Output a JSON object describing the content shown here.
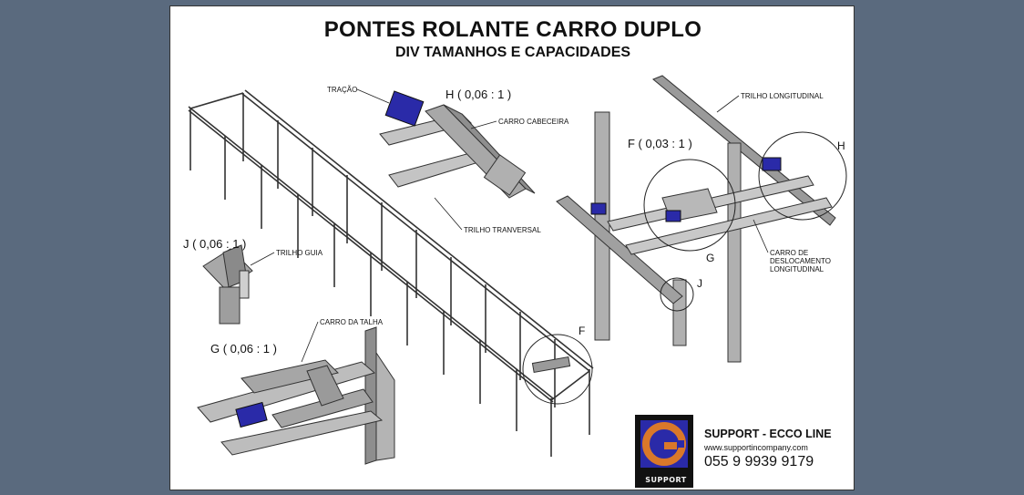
{
  "title": "PONTES ROLANTE CARRO DUPLO",
  "subtitle": "DIV TAMANHOS E CAPACIDADES",
  "labels": {
    "tracao": "TRAÇÃO",
    "carro_cabeceira": "CARRO CABECEIRA",
    "trilho_tranversal": "TRILHO TRANVERSAL",
    "trilho_guia": "TRILHO GUIA",
    "carro_da_talha": "CARRO DA TALHA",
    "trilho_longitudinal": "TRILHO LONGITUDINAL",
    "carro_desloc_1": "CARRO DE",
    "carro_desloc_2": "DESLOCAMENTO",
    "carro_desloc_3": "LONGITUDINAL"
  },
  "scales": {
    "h": "H ( 0,06 : 1 )",
    "f": "F ( 0,03 : 1 )",
    "j": "J ( 0,06 : 1 )",
    "g": "G ( 0,06 : 1 )"
  },
  "details": {
    "f": "F",
    "h": "H",
    "g": "G",
    "j": "J"
  },
  "company": {
    "name": "SUPPORT - ECCO LINE",
    "url": "www.supportincompany.com",
    "phone": "055 9 9939 9179",
    "logo_text": "SUPPORT"
  },
  "colors": {
    "steel": "#b8b8b8",
    "steel_dark": "#7a7a7a",
    "motor": "#2a2aa8",
    "background": "#5a6a7e"
  }
}
